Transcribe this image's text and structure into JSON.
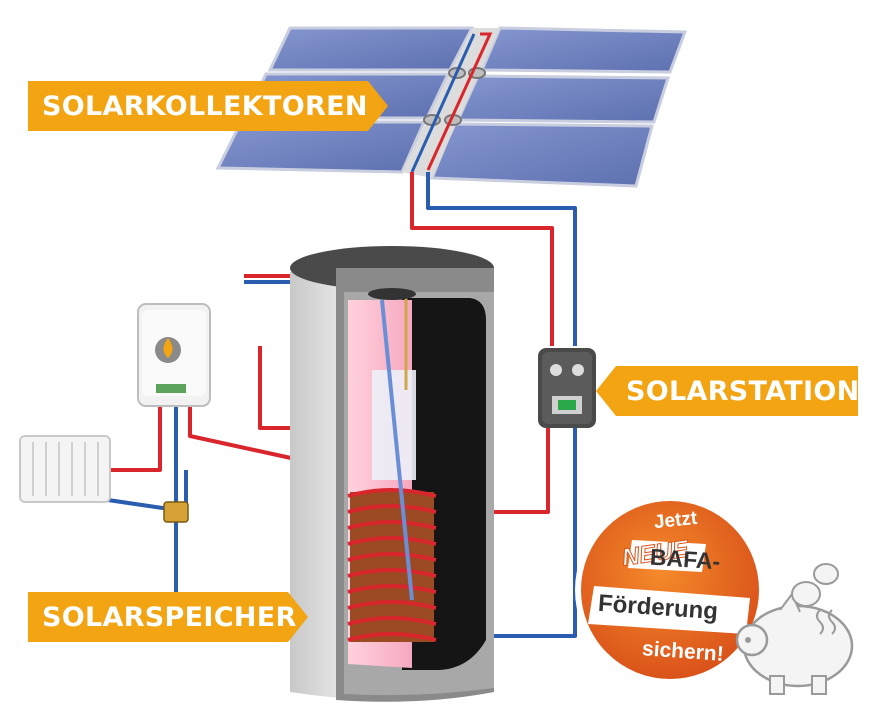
{
  "labels": {
    "collectors": "SOLARKOLLEKTOREN",
    "station": "SOLARSTATION",
    "storage": "SOLARSPEICHER"
  },
  "badge": {
    "line1": "Jetzt",
    "line2": "NEUE",
    "line3": "BAFA-",
    "line4": "Förderung",
    "line5": "sichern!"
  },
  "colors": {
    "label_bg": "#f2a413",
    "label_text": "#ffffff",
    "pipe_hot": "#d8262c",
    "pipe_cold": "#2a5cb0",
    "panel": "#6f83bf",
    "badge_orange": "#e8661a"
  },
  "icons": {
    "solar_panels": "solar-panel-array",
    "tank": "storage-tank-cutaway",
    "boiler": "gas-boiler-flame",
    "radiator": "radiator",
    "station": "pump-station",
    "piggy_bank": "piggy-bank-with-coins"
  }
}
